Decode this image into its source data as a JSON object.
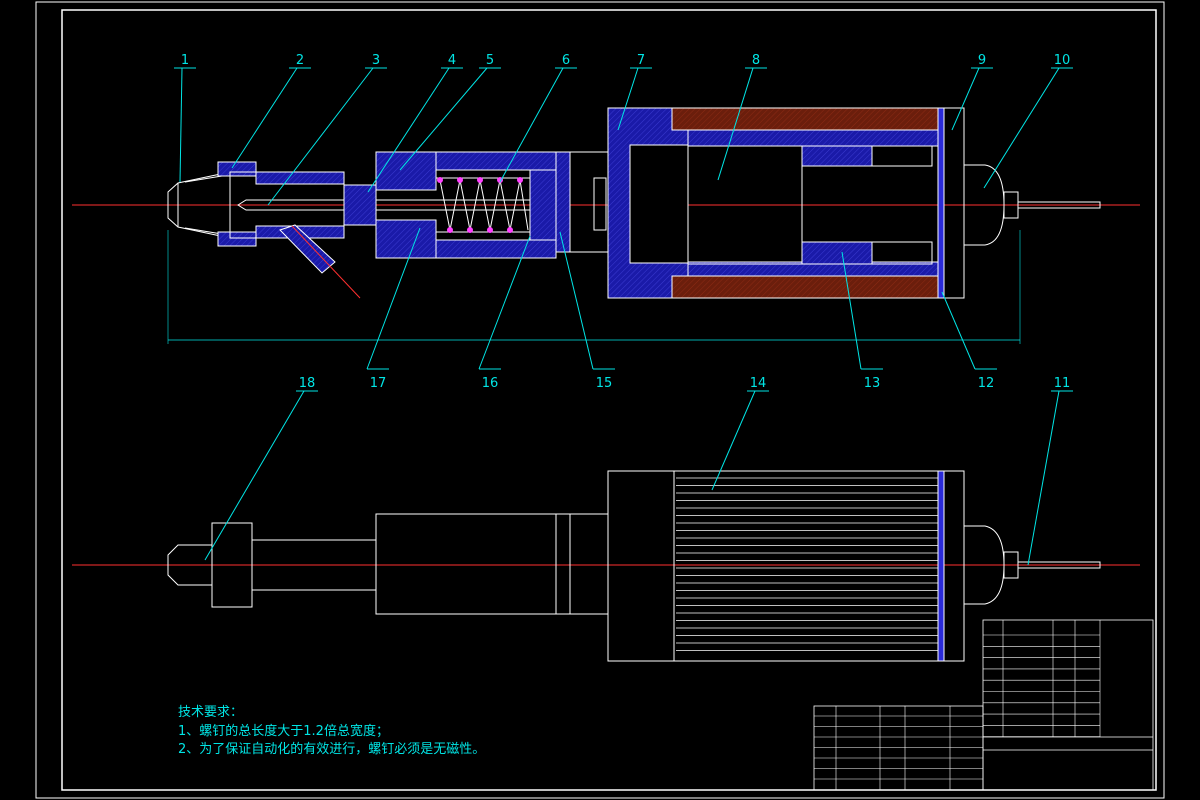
{
  "balloons_top": [
    "1",
    "2",
    "3",
    "4",
    "5",
    "6",
    "7",
    "8",
    "9",
    "10"
  ],
  "balloons_mid": [
    "17",
    "16",
    "15",
    "13",
    "12"
  ],
  "balloons_bottom": [
    "18",
    "14",
    "11"
  ],
  "requirements": {
    "title": "技术要求：",
    "line1": "1、螺钉的总长度大于1.2倍总宽度；",
    "line2": "2、为了保证自动化的有效进行，螺钉必须是无磁性。"
  },
  "colors": {
    "background": "#000000",
    "outline": "#ffffff",
    "leader": "#00e5e5",
    "centerline": "#ff3030",
    "section_blue": "#1a1aa8",
    "section_brown": "#6b1e0c",
    "table": "#ffffff",
    "text": "#00e5e5"
  }
}
